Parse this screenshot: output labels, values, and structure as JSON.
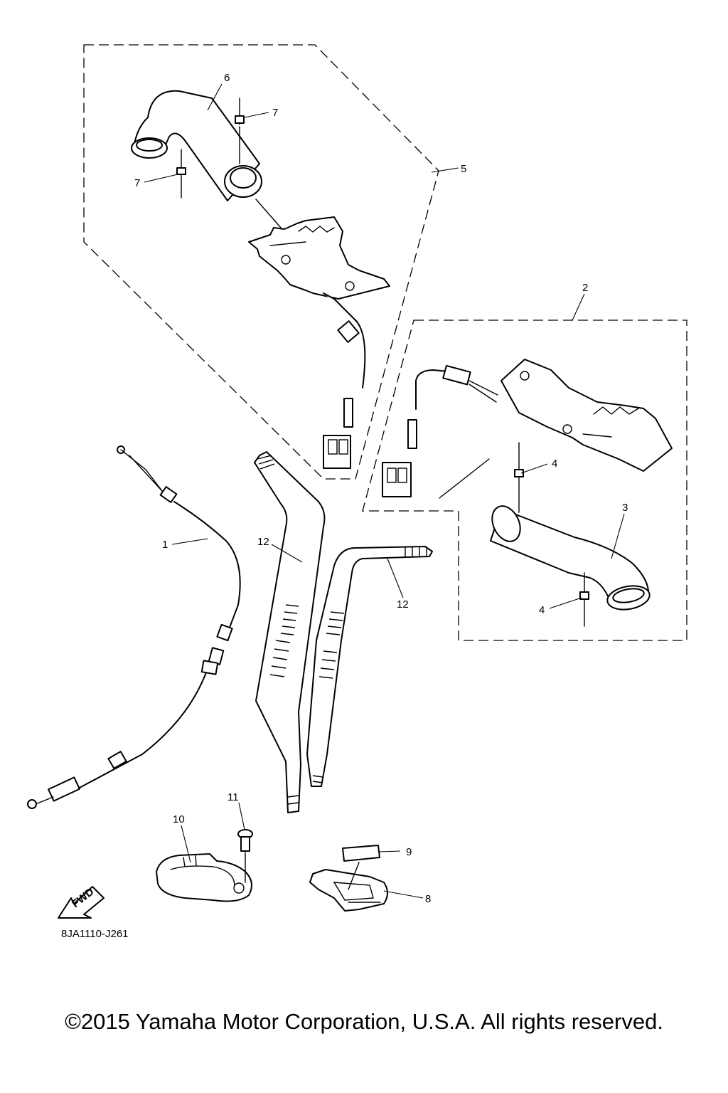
{
  "diagram": {
    "callouts": [
      {
        "id": "c1",
        "label": "1"
      },
      {
        "id": "c2",
        "label": "2"
      },
      {
        "id": "c3",
        "label": "3"
      },
      {
        "id": "c4a",
        "label": "4"
      },
      {
        "id": "c4b",
        "label": "4"
      },
      {
        "id": "c5",
        "label": "5"
      },
      {
        "id": "c6",
        "label": "6"
      },
      {
        "id": "c7a",
        "label": "7"
      },
      {
        "id": "c7b",
        "label": "7"
      },
      {
        "id": "c8",
        "label": "8"
      },
      {
        "id": "c9",
        "label": "9"
      },
      {
        "id": "c10",
        "label": "10"
      },
      {
        "id": "c11",
        "label": "11"
      },
      {
        "id": "c12a",
        "label": "12"
      },
      {
        "id": "c12b",
        "label": "12"
      }
    ],
    "fwd_label": "FWD",
    "reference_code": "8JA1110-J261"
  },
  "footer": {
    "copyright": "©2015 Yamaha Motor Corporation, U.S.A. All rights reserved."
  }
}
